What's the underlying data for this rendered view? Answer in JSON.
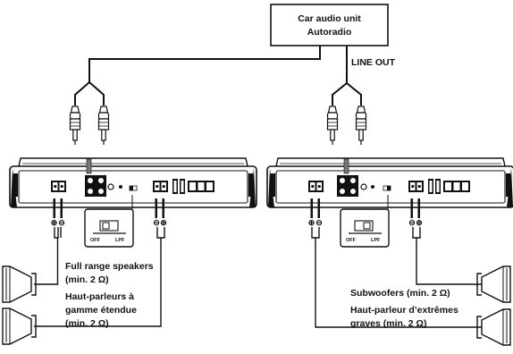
{
  "source": {
    "line1": "Car audio unit",
    "line2": "Autoradio",
    "output_label": "LINE OUT"
  },
  "left_channel": {
    "switch": {
      "off_label": "OFF",
      "lpf_label": "LPF",
      "position": "OFF"
    },
    "polarity": {
      "plus": "⊕",
      "minus": "⊖"
    },
    "speaker_label": {
      "line1": "Full range speakers",
      "line2": "(min. 2 Ω)",
      "line3": "Haut-parleurs à",
      "line4": "gamme étendue",
      "line5": "(min. 2 Ω)"
    }
  },
  "right_channel": {
    "switch": {
      "off_label": "OFF",
      "lpf_label": "LPF",
      "position": "LPF"
    },
    "polarity": {
      "plus": "⊕",
      "minus": "⊖"
    },
    "speaker_label": {
      "line1": "Subwoofers (min. 2 Ω)",
      "line2": "Haut-parleur d’extrêmes",
      "line3": "graves (min. 2 Ω)"
    }
  }
}
